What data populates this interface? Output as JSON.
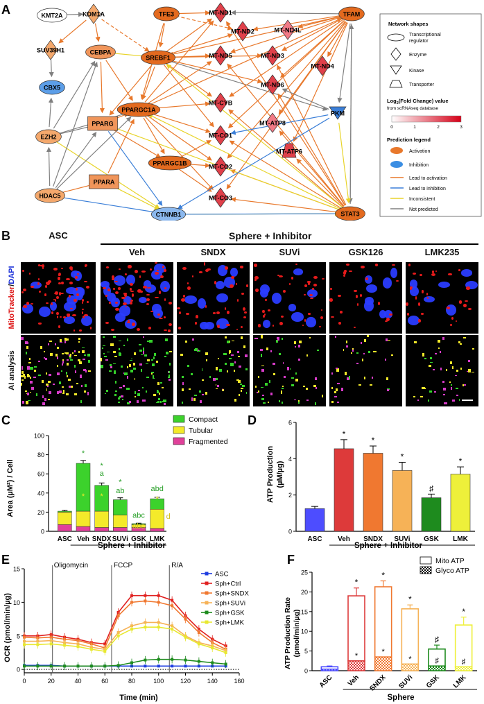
{
  "panels": {
    "A": {
      "letter": "A",
      "nodes": {
        "kmt2a": "KMT2A",
        "kdm1a": "KDM1A",
        "suv39h1": "SUV39H1",
        "cbx5": "CBX5",
        "cebpa": "CEBPA",
        "ezh2": "EZH2",
        "hdac5": "HDAC5",
        "tfe3": "TFE3",
        "srebf1": "SREBF1",
        "pparg": "PPARG",
        "ppargc1a": "PPARGC1A",
        "ppargc1b": "PPARGC1B",
        "ppara": "PPARA",
        "ctnnb1": "CTNNB1",
        "mtnd1": "MT-ND1",
        "mtnd2": "MT-ND2",
        "mtnd4l": "MT-ND4L",
        "mtnd5": "MT-ND5",
        "mtnd3": "MT-ND3",
        "mtnd4": "MT-ND4",
        "mtnd6": "MT-ND6",
        "mtcyb": "MT-CYB",
        "mtco1": "MT-CO1",
        "mtatp8": "MT-ATP8",
        "mtatp6": "MT-ATP6",
        "mtco2": "MT-CO2",
        "mtco3": "MT-CO3",
        "tfam": "TFAM",
        "pkm": "PKM",
        "stat3": "STAT3"
      },
      "legend": {
        "shapes_title": "Network shapes",
        "transcriptional_regulator": "Transcriptional",
        "transcriptional_regulator_2": "regulator",
        "enzyme": "Enzyme",
        "kinase": "Kinase",
        "transporter": "Transporter",
        "fc_title_main": "Log",
        "fc_title_sub": "2",
        "fc_title_rest": "(Fold Change) value",
        "fc_source": "from scRNAseq database",
        "fc_ticks": [
          "0",
          "1",
          "2",
          "3"
        ],
        "prediction_title": "Prediction legend",
        "activation": "Activation",
        "inhibition": "Inhibition",
        "lead_activation": "Lead to activation",
        "lead_inhibition": "Lead to inhibition",
        "inconsistent": "Inconsistent",
        "not_predicted": "Not predicted"
      },
      "colors": {
        "activation": "#e8782b",
        "inhibition": "#3b8ee3",
        "inconsistent": "#e8d42b",
        "not_predicted": "#808080",
        "lead_inhibition": "#3b7fd8",
        "mt_dark": "#e0404a",
        "mt_light": "#f27a86"
      }
    },
    "B": {
      "letter": "B",
      "group_label": "Sphere + Inhibitor",
      "columns": [
        "ASC",
        "Veh",
        "SNDX",
        "SUVi",
        "GSK126",
        "LMK235"
      ],
      "row1_label_a": "MitoTracker",
      "row1_label_b": "DAPI",
      "row1_sep": "/",
      "row2_label": "AI analysis"
    },
    "C": {
      "letter": "C",
      "ylabel": "Area (µM²) / Cell",
      "group_label": "Sphere + Inhibitor",
      "legend": [
        "Compact",
        "Tubular",
        "Fragmented"
      ],
      "annotations": {
        "veh_star": "*",
        "veh_inner_star": "*",
        "sndx_star": "*",
        "sndx_a": "a",
        "sndx_inner_star": "*",
        "suvi_star": "*",
        "suvi_ab": "ab",
        "gsk_abc": "abc",
        "gsk_abc_inner": "abc",
        "lmk_abd": "abd",
        "lmk_inner_star": "*",
        "lmk_d": "d"
      }
    },
    "D": {
      "letter": "D",
      "ylabel_1": "ATP Production",
      "ylabel_2": "(µM/µg)",
      "group_label": "Sphere + Inhibitor",
      "marks": [
        "",
        "*",
        "*",
        "*",
        "♯",
        "*"
      ]
    },
    "E": {
      "letter": "E",
      "ylabel": "OCR (pmol/min/µg)",
      "xlabel": "Time (min)",
      "injections": [
        "Oligomycin",
        "FCCP",
        "R/A"
      ]
    },
    "F": {
      "letter": "F",
      "ylabel_1": "ATP Production Rate",
      "ylabel_2": "(pmol/min/µg)",
      "xlabel": "Sphere",
      "legend": [
        "Mito ATP",
        "Glyco ATP"
      ],
      "top_marks": [
        "",
        "*",
        "*",
        "*",
        "♯",
        "*"
      ],
      "inner_marks": [
        "",
        "*",
        "*",
        "*",
        "♯",
        "♯"
      ]
    }
  },
  "chart_data": [
    {
      "id": "C",
      "type": "bar",
      "stacked": true,
      "categories": [
        "ASC",
        "Veh",
        "SNDX",
        "SUVi",
        "GSK",
        "LMK"
      ],
      "series": [
        {
          "name": "Fragmented",
          "color": "#e0409a",
          "values": [
            7,
            5,
            4,
            4,
            4,
            3
          ]
        },
        {
          "name": "Tubular",
          "color": "#f4ea2a",
          "values": [
            13,
            16,
            17,
            13,
            3,
            20
          ]
        },
        {
          "name": "Compact",
          "color": "#3cd22c",
          "values": [
            1,
            50,
            27,
            16,
            1,
            11
          ]
        }
      ],
      "errors": [
        1,
        3,
        2.5,
        2,
        0.5,
        1.5
      ],
      "ylim": [
        0,
        100
      ],
      "yticks": [
        0,
        20,
        40,
        60,
        80,
        100
      ]
    },
    {
      "id": "D",
      "type": "bar",
      "categories": [
        "ASC",
        "Veh",
        "SNDX",
        "SUVi",
        "GSK",
        "LMK"
      ],
      "values": [
        1.25,
        4.55,
        4.3,
        3.35,
        1.85,
        3.15
      ],
      "errors": [
        0.12,
        0.5,
        0.4,
        0.45,
        0.2,
        0.4
      ],
      "colors": [
        "#4d4dff",
        "#dd3a3a",
        "#f07830",
        "#f6b257",
        "#1e8b1e",
        "#eef03a"
      ],
      "ylim": [
        0,
        6
      ],
      "yticks": [
        0,
        2,
        4,
        6
      ]
    },
    {
      "id": "E",
      "type": "line",
      "x": [
        0,
        10,
        20,
        30,
        40,
        50,
        60,
        70,
        80,
        90,
        100,
        110,
        120,
        130,
        140,
        150
      ],
      "series": [
        {
          "name": "ASC",
          "color": "#1f3ee0",
          "values": [
            0.6,
            0.6,
            0.6,
            0.5,
            0.5,
            0.5,
            0.5,
            0.5,
            0.5,
            0.5,
            0.5,
            0.5,
            0.5,
            0.5,
            0.5,
            0.5
          ]
        },
        {
          "name": "Sph+Ctrl",
          "color": "#e02020",
          "values": [
            5.0,
            5.0,
            5.2,
            4.8,
            4.5,
            4.0,
            3.8,
            8.5,
            11.0,
            11.0,
            11.0,
            10.3,
            8.0,
            6.0,
            4.5,
            3.5
          ]
        },
        {
          "name": "Sph+SNDX",
          "color": "#f07830",
          "values": [
            4.8,
            4.7,
            4.8,
            4.5,
            4.3,
            3.8,
            3.2,
            8.0,
            10.0,
            10.2,
            10.0,
            9.5,
            7.5,
            5.5,
            4.0,
            3.0
          ]
        },
        {
          "name": "Sph+SUVi",
          "color": "#f6b257",
          "values": [
            4.2,
            4.2,
            4.3,
            4.0,
            3.8,
            3.3,
            3.0,
            5.5,
            6.5,
            7.0,
            7.0,
            6.5,
            5.0,
            4.0,
            3.5,
            2.8
          ]
        },
        {
          "name": "Sph+GSK",
          "color": "#1e8b1e",
          "values": [
            0.5,
            0.5,
            0.5,
            0.5,
            0.5,
            0.5,
            0.5,
            0.6,
            1.0,
            1.4,
            1.5,
            1.5,
            1.4,
            1.2,
            1.0,
            0.8
          ]
        },
        {
          "name": "Sph+LMK",
          "color": "#e8e830",
          "values": [
            3.7,
            3.7,
            3.8,
            3.6,
            3.4,
            3.0,
            2.7,
            5.0,
            6.0,
            6.3,
            6.3,
            6.0,
            4.8,
            3.8,
            3.2,
            2.5
          ]
        }
      ],
      "xlim": [
        0,
        160
      ],
      "xticks": [
        0,
        20,
        40,
        60,
        80,
        100,
        120,
        140,
        160
      ],
      "ylim": [
        -0.5,
        15
      ],
      "yticks": [
        0,
        5,
        10,
        15
      ],
      "injection_times": [
        21,
        65,
        108
      ]
    },
    {
      "id": "F",
      "type": "bar",
      "stacked": true,
      "categories": [
        "ASC",
        "Veh",
        "SNDX",
        "SUVi",
        "GSK",
        "LMK"
      ],
      "series": [
        {
          "name": "Glyco ATP",
          "values": [
            0.4,
            2.5,
            3.5,
            1.7,
            1.2,
            1.0
          ]
        },
        {
          "name": "Mito ATP",
          "values": [
            0.6,
            16.5,
            17.8,
            14.0,
            4.3,
            10.6
          ]
        }
      ],
      "errors": [
        0.2,
        2.0,
        1.5,
        1.0,
        1.0,
        2.0
      ],
      "colors": [
        "#4d4dff",
        "#dd3a3a",
        "#f07830",
        "#f6b257",
        "#1e8b1e",
        "#eef03a"
      ],
      "ylim": [
        0,
        25
      ],
      "yticks": [
        0,
        5,
        10,
        15,
        20,
        25
      ]
    }
  ]
}
